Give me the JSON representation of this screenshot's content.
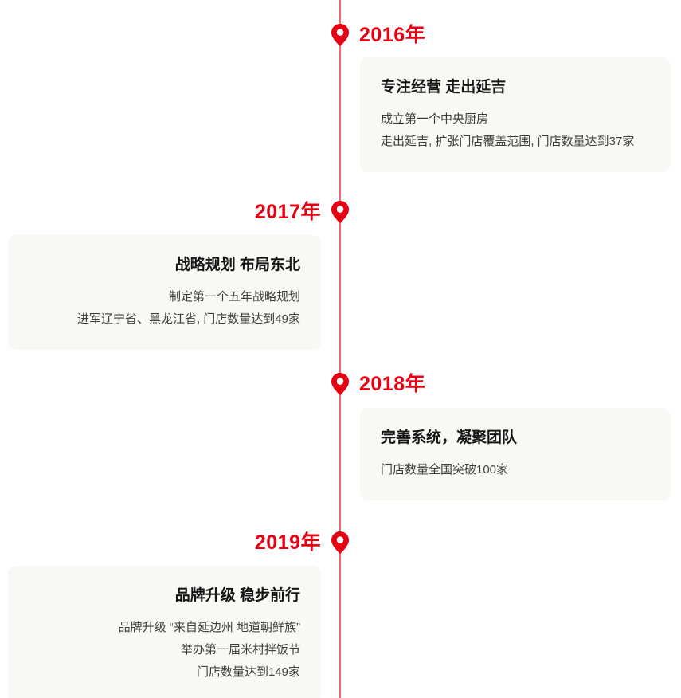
{
  "colors": {
    "accent": "#e60012",
    "card_bg": "#f8f8f5",
    "title_color": "#161616",
    "body_color": "#3d3d3d"
  },
  "timeline": {
    "marker_icon": "location-pin-icon",
    "milestones": [
      {
        "year": "2016年",
        "side": "right",
        "title": "专注经营 走出延吉",
        "lines": [
          "成立第一个中央厨房",
          "走出延吉, 扩张门店覆盖范围, 门店数量达到37家"
        ]
      },
      {
        "year": "2017年",
        "side": "left",
        "title": "战略规划 布局东北",
        "lines": [
          "制定第一个五年战略规划",
          "进军辽宁省、黑龙江省, 门店数量达到49家"
        ]
      },
      {
        "year": "2018年",
        "side": "right",
        "title": "完善系统，凝聚团队",
        "lines": [
          "门店数量全国突破100家"
        ]
      },
      {
        "year": "2019年",
        "side": "left",
        "title": "品牌升级 稳步前行",
        "lines": [
          "品牌升级 “来自延边州 地道朝鲜族”",
          "举办第一届米村拌饭节",
          "门店数量达到149家"
        ]
      }
    ]
  }
}
